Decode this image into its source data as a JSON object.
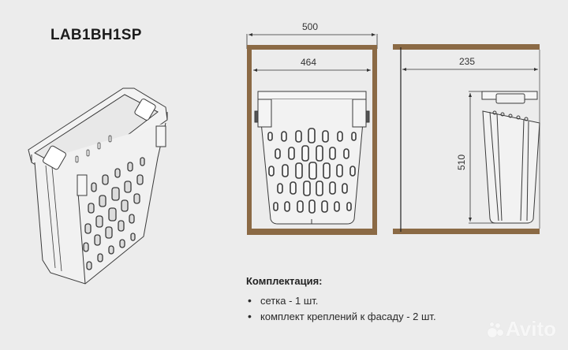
{
  "product": {
    "model": "LAB1BH1SP"
  },
  "drawings": {
    "front_view": {
      "cabinet_outer_width_label": "500",
      "cabinet_inner_width_label": "464",
      "frame_color": "#8b6a45"
    },
    "side_view": {
      "depth_label": "235",
      "height_label": "510",
      "frame_color": "#8b6a45"
    }
  },
  "kit": {
    "title": "Комплектация:",
    "items": [
      {
        "label": "сетка - 1 шт."
      },
      {
        "label": "комплект креплений к фасаду - 2 шт."
      }
    ]
  },
  "watermark": {
    "label": "Avito"
  }
}
